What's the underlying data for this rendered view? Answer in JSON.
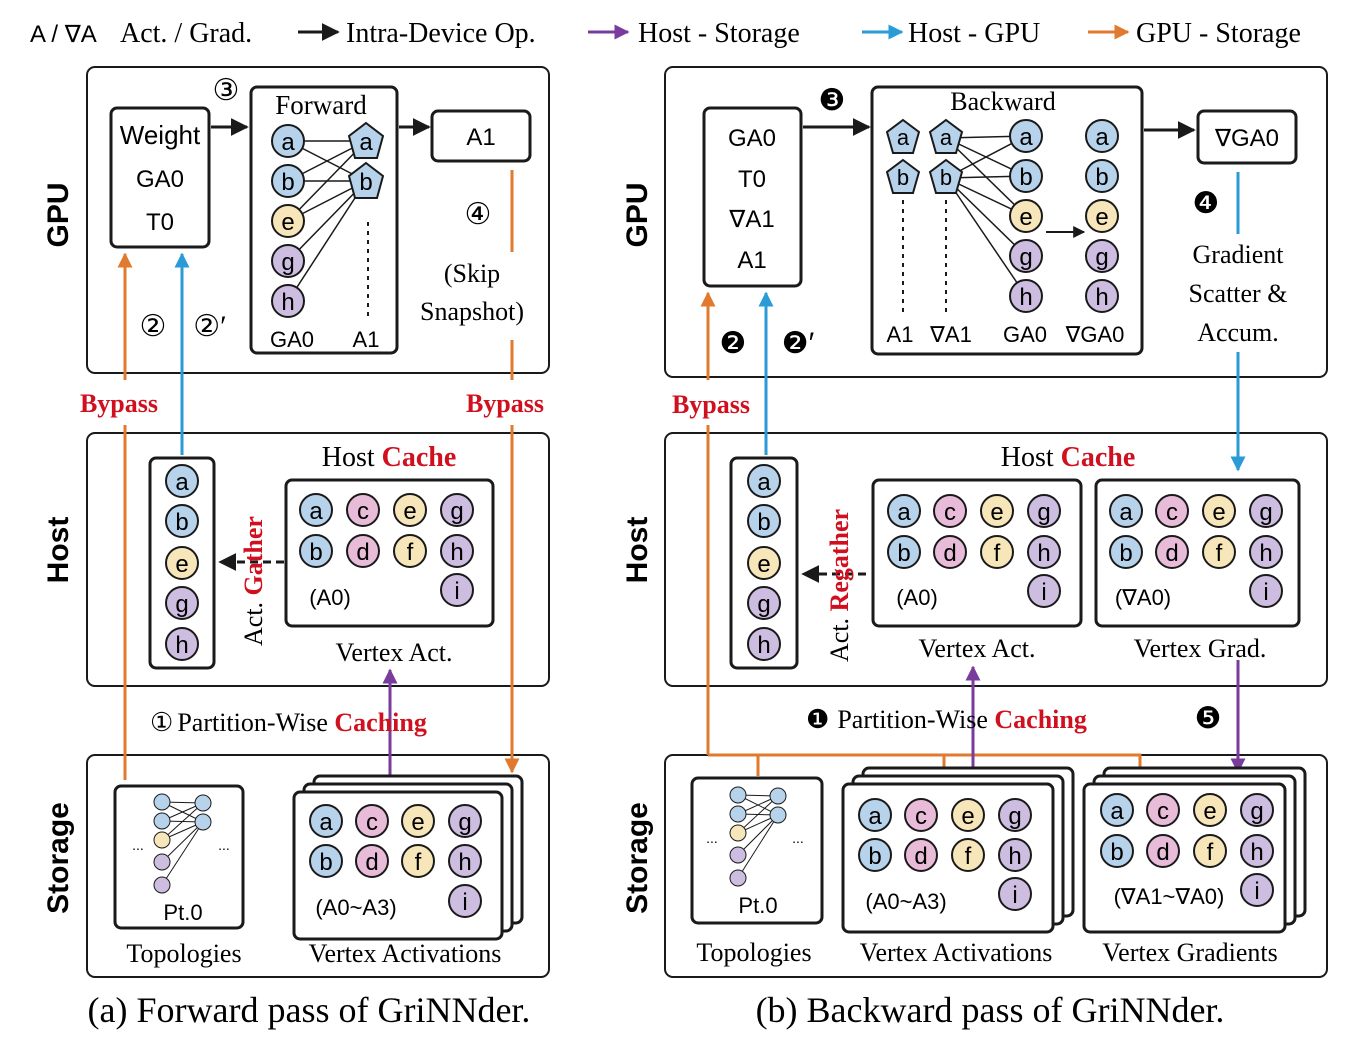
{
  "colors": {
    "intra": "#1a1a1a",
    "host_storage": "#7a3c9c",
    "host_gpu": "#2a9bd7",
    "gpu_storage": "#e07a2e",
    "highlight": "#d0101e",
    "node_a": "#b7d3ec",
    "node_b": "#b7d3ec",
    "node_c": "#e8bcd8",
    "node_d": "#e8bcd8",
    "node_e": "#f7e6b9",
    "node_f": "#f7e6b9",
    "node_g": "#cdbde0",
    "node_h": "#cdbde0",
    "node_i": "#cdbde0"
  },
  "legend": {
    "act_grad_symbol": "A / ∇A",
    "act_grad_text": "Act. / Grad.",
    "intra": "Intra-Device Op.",
    "host_storage": "Host - Storage",
    "host_gpu": "Host - GPU",
    "gpu_storage": "GPU - Storage"
  },
  "tiers": {
    "gpu": "GPU",
    "host": "Host",
    "storage": "Storage"
  },
  "forward": {
    "caption": "(a) Forward pass of GriNNder.",
    "gpu_box_lines": [
      "Weight",
      "GA0",
      "T0"
    ],
    "step3": "③",
    "step4": "④",
    "step2": "②",
    "step2p": "②′",
    "step1": "①",
    "op_title": "Forward",
    "op_left_label": "GA0",
    "op_right_label": "A1",
    "out_label": "A1",
    "skip_line1": "(Skip",
    "skip_line2": "Snapshot)",
    "bypass_left": "Bypass",
    "bypass_right": "Bypass",
    "host_cache_prefix": "Host ",
    "host_cache_word": "Cache",
    "gather_act": "Act. ",
    "gather_word": "Gather",
    "cache_tag": "(A0)",
    "cache_caption": "Vertex Act.",
    "caching_prefix": "Partition-Wise ",
    "caching_word": "Caching",
    "topo_label": "Pt.0",
    "topo_dots": "...",
    "topo_caption": "Topologies",
    "acts_tag": "(A0~A3)",
    "acts_caption": "Vertex Activations"
  },
  "backward": {
    "caption": "(b) Backward pass of GriNNder.",
    "gpu_box_lines": [
      "GA0",
      "T0",
      "∇A1",
      "A1"
    ],
    "step3": "❸",
    "step4": "❹",
    "step2": "❷",
    "step2p": "❷′",
    "step1": "❶",
    "step5": "❺",
    "op_title": "Backward",
    "op_labels": [
      "A1",
      "∇A1",
      "GA0",
      "∇GA0"
    ],
    "out_label": "∇GA0",
    "scatter_lines": [
      "Gradient",
      "Scatter &",
      "Accum."
    ],
    "bypass": "Bypass",
    "host_cache_prefix": "Host ",
    "host_cache_word": "Cache",
    "regather_act": "Act. ",
    "regather_word": "Regather",
    "act_tag": "(A0)",
    "act_caption": "Vertex Act.",
    "grad_tag": "(∇A0)",
    "grad_caption": "Vertex Grad.",
    "caching_prefix": "Partition-Wise ",
    "caching_word": "Caching",
    "topo_label": "Pt.0",
    "topo_dots": "...",
    "topo_caption": "Topologies",
    "acts_tag": "(A0~A3)",
    "acts_caption": "Vertex Activations",
    "grads_tag": "(∇A1~∇A0)",
    "grads_caption": "Vertex Gradients"
  },
  "nodes": {
    "a": "a",
    "b": "b",
    "c": "c",
    "d": "d",
    "e": "e",
    "f": "f",
    "g": "g",
    "h": "h",
    "i": "i"
  }
}
